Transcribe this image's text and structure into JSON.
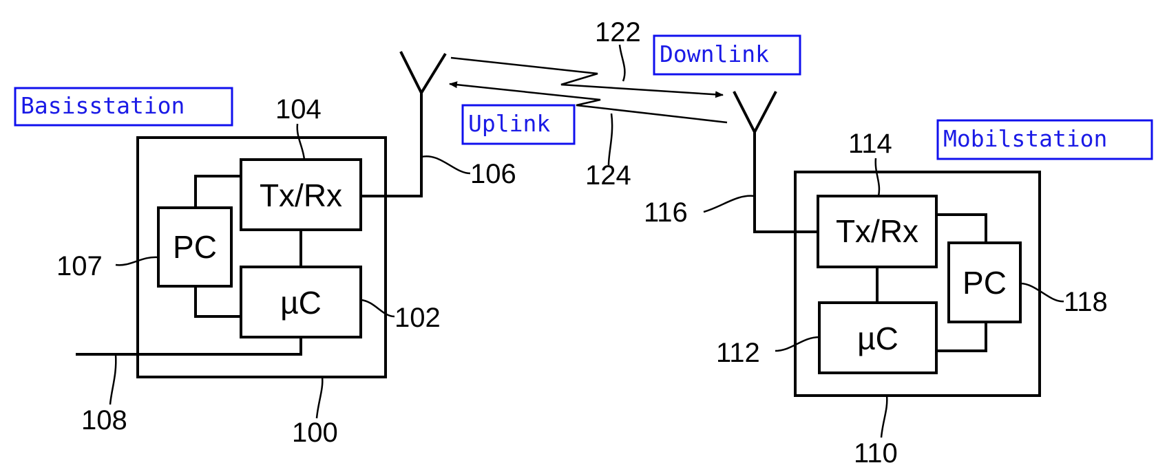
{
  "tags": {
    "base_station": "Basisstation",
    "mobile_station": "Mobilstation",
    "downlink": "Downlink",
    "uplink": "Uplink"
  },
  "base": {
    "txrx": "Tx/Rx",
    "pc": "PC",
    "uc": "µC"
  },
  "mobile": {
    "txrx": "Tx/Rx",
    "pc": "PC",
    "uc": "µC"
  },
  "refs": {
    "r100": "100",
    "r102": "102",
    "r104": "104",
    "r106": "106",
    "r107": "107",
    "r108": "108",
    "r110": "110",
    "r112": "112",
    "r114": "114",
    "r116": "116",
    "r118": "118",
    "r122": "122",
    "r124": "124"
  },
  "colors": {
    "tag_border": "#1010ee",
    "tag_text": "#1a1ae6",
    "line": "#000000"
  }
}
